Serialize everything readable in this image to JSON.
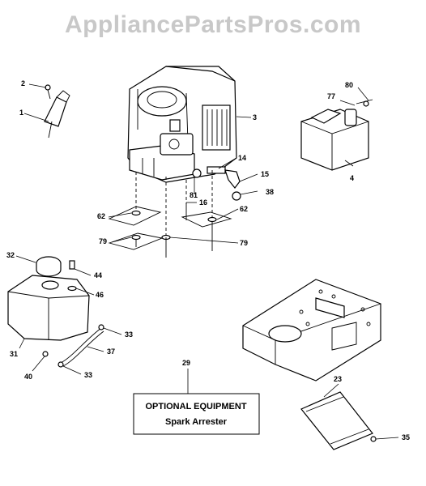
{
  "watermark": "AppliancePartsPros.com",
  "callouts": {
    "c1": "1",
    "c2": "2",
    "c3": "3",
    "c4": "4",
    "c14": "14",
    "c15": "15",
    "c16": "16",
    "c23": "23",
    "c29": "29",
    "c31": "31",
    "c32": "32",
    "c33a": "33",
    "c33b": "33",
    "c35": "35",
    "c37": "37",
    "c38": "38",
    "c40": "40",
    "c44": "44",
    "c46": "46",
    "c62a": "62",
    "c62b": "62",
    "c77": "77",
    "c79a": "79",
    "c79b": "79",
    "c80": "80",
    "c81": "81"
  },
  "optional_box": {
    "title": "OPTIONAL EQUIPMENT",
    "subtitle": "Spark Arrester"
  }
}
